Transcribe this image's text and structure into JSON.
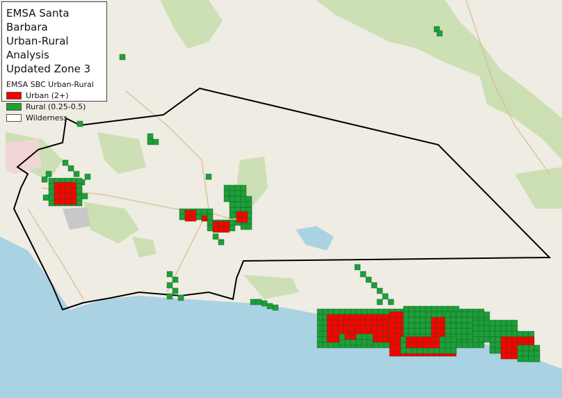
{
  "map": {
    "title_lines": [
      "EMSA Santa Barbara",
      "Urban-Rural Analysis",
      "Updated Zone 3"
    ],
    "legend_heading": "EMSA SBC Urban-Rural",
    "legend_items": [
      {
        "label": "Urban (2+)",
        "color": "#ff0000"
      },
      {
        "label": "Rural (0.25-0.5)",
        "color": "#1f9e3a"
      },
      {
        "label": "Wilderness",
        "color": "#ffffff"
      }
    ],
    "colors": {
      "land": "#efece3",
      "ocean": "#a9d3e2",
      "vegetation": "#c9deae",
      "urban": "#ff0000",
      "rural": "#1f9e3a",
      "zone_boundary": "#000000"
    }
  }
}
